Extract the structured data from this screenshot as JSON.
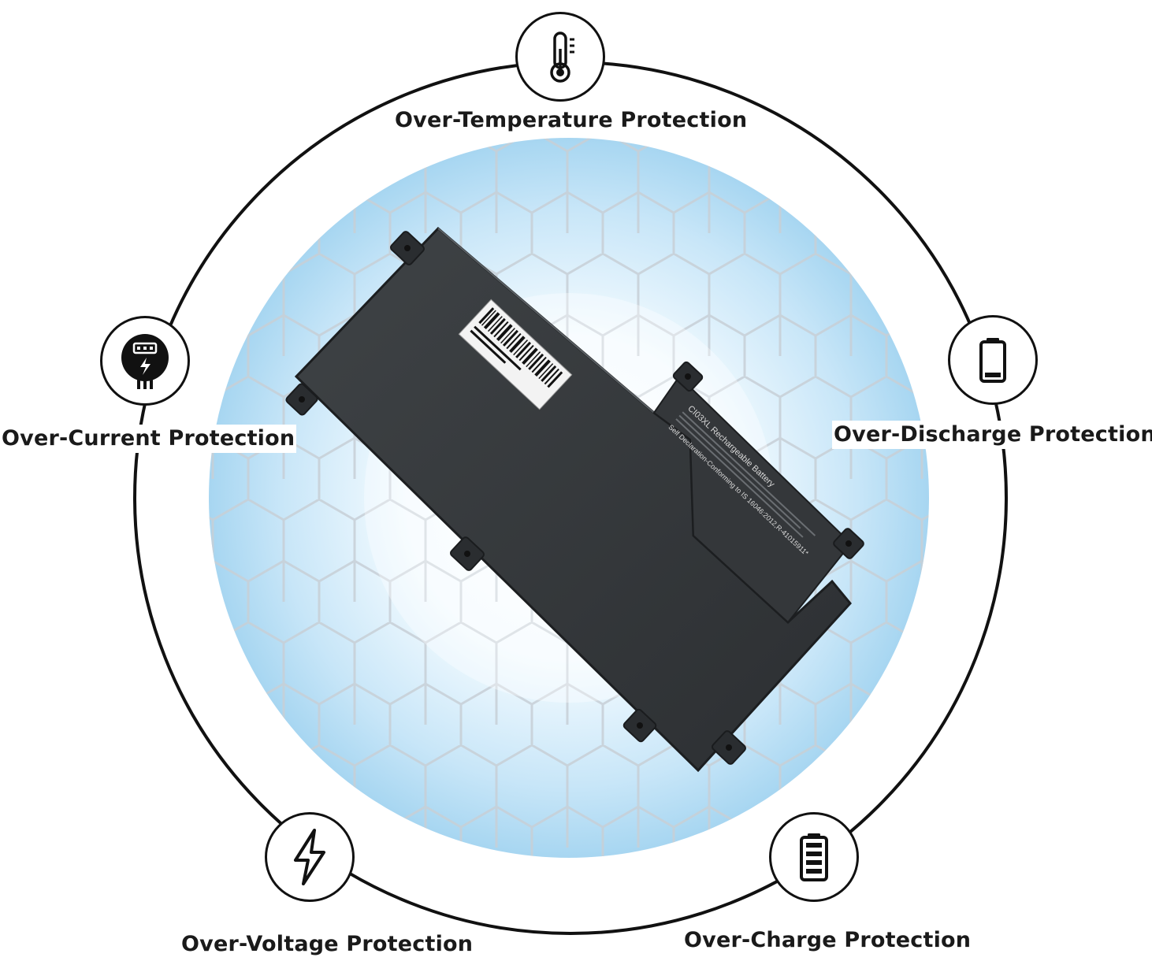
{
  "features": {
    "over_temperature": {
      "label": "Over-Temperature Protection",
      "icon": "thermometer-icon"
    },
    "over_current": {
      "label": "Over-Current Protection",
      "icon": "current-meter-icon"
    },
    "over_discharge": {
      "label": "Over-Discharge Protection",
      "icon": "empty-battery-icon"
    },
    "over_voltage": {
      "label": "Over-Voltage Protection",
      "icon": "lightning-bolt-icon"
    },
    "over_charge": {
      "label": "Over-Charge Protection",
      "icon": "full-battery-icon"
    }
  },
  "battery": {
    "label_title": "CI03XL Rechargeable Battery",
    "declaration": "Self Declaration-Conforming to IS 16046:2012,R-41015911*"
  },
  "colors": {
    "ring": "#111111",
    "battery_body": "#3a3d40",
    "glow_center": "#ffffff",
    "glow_edge": "#a9d7f2",
    "hex_lines": "#cfd6dc"
  }
}
